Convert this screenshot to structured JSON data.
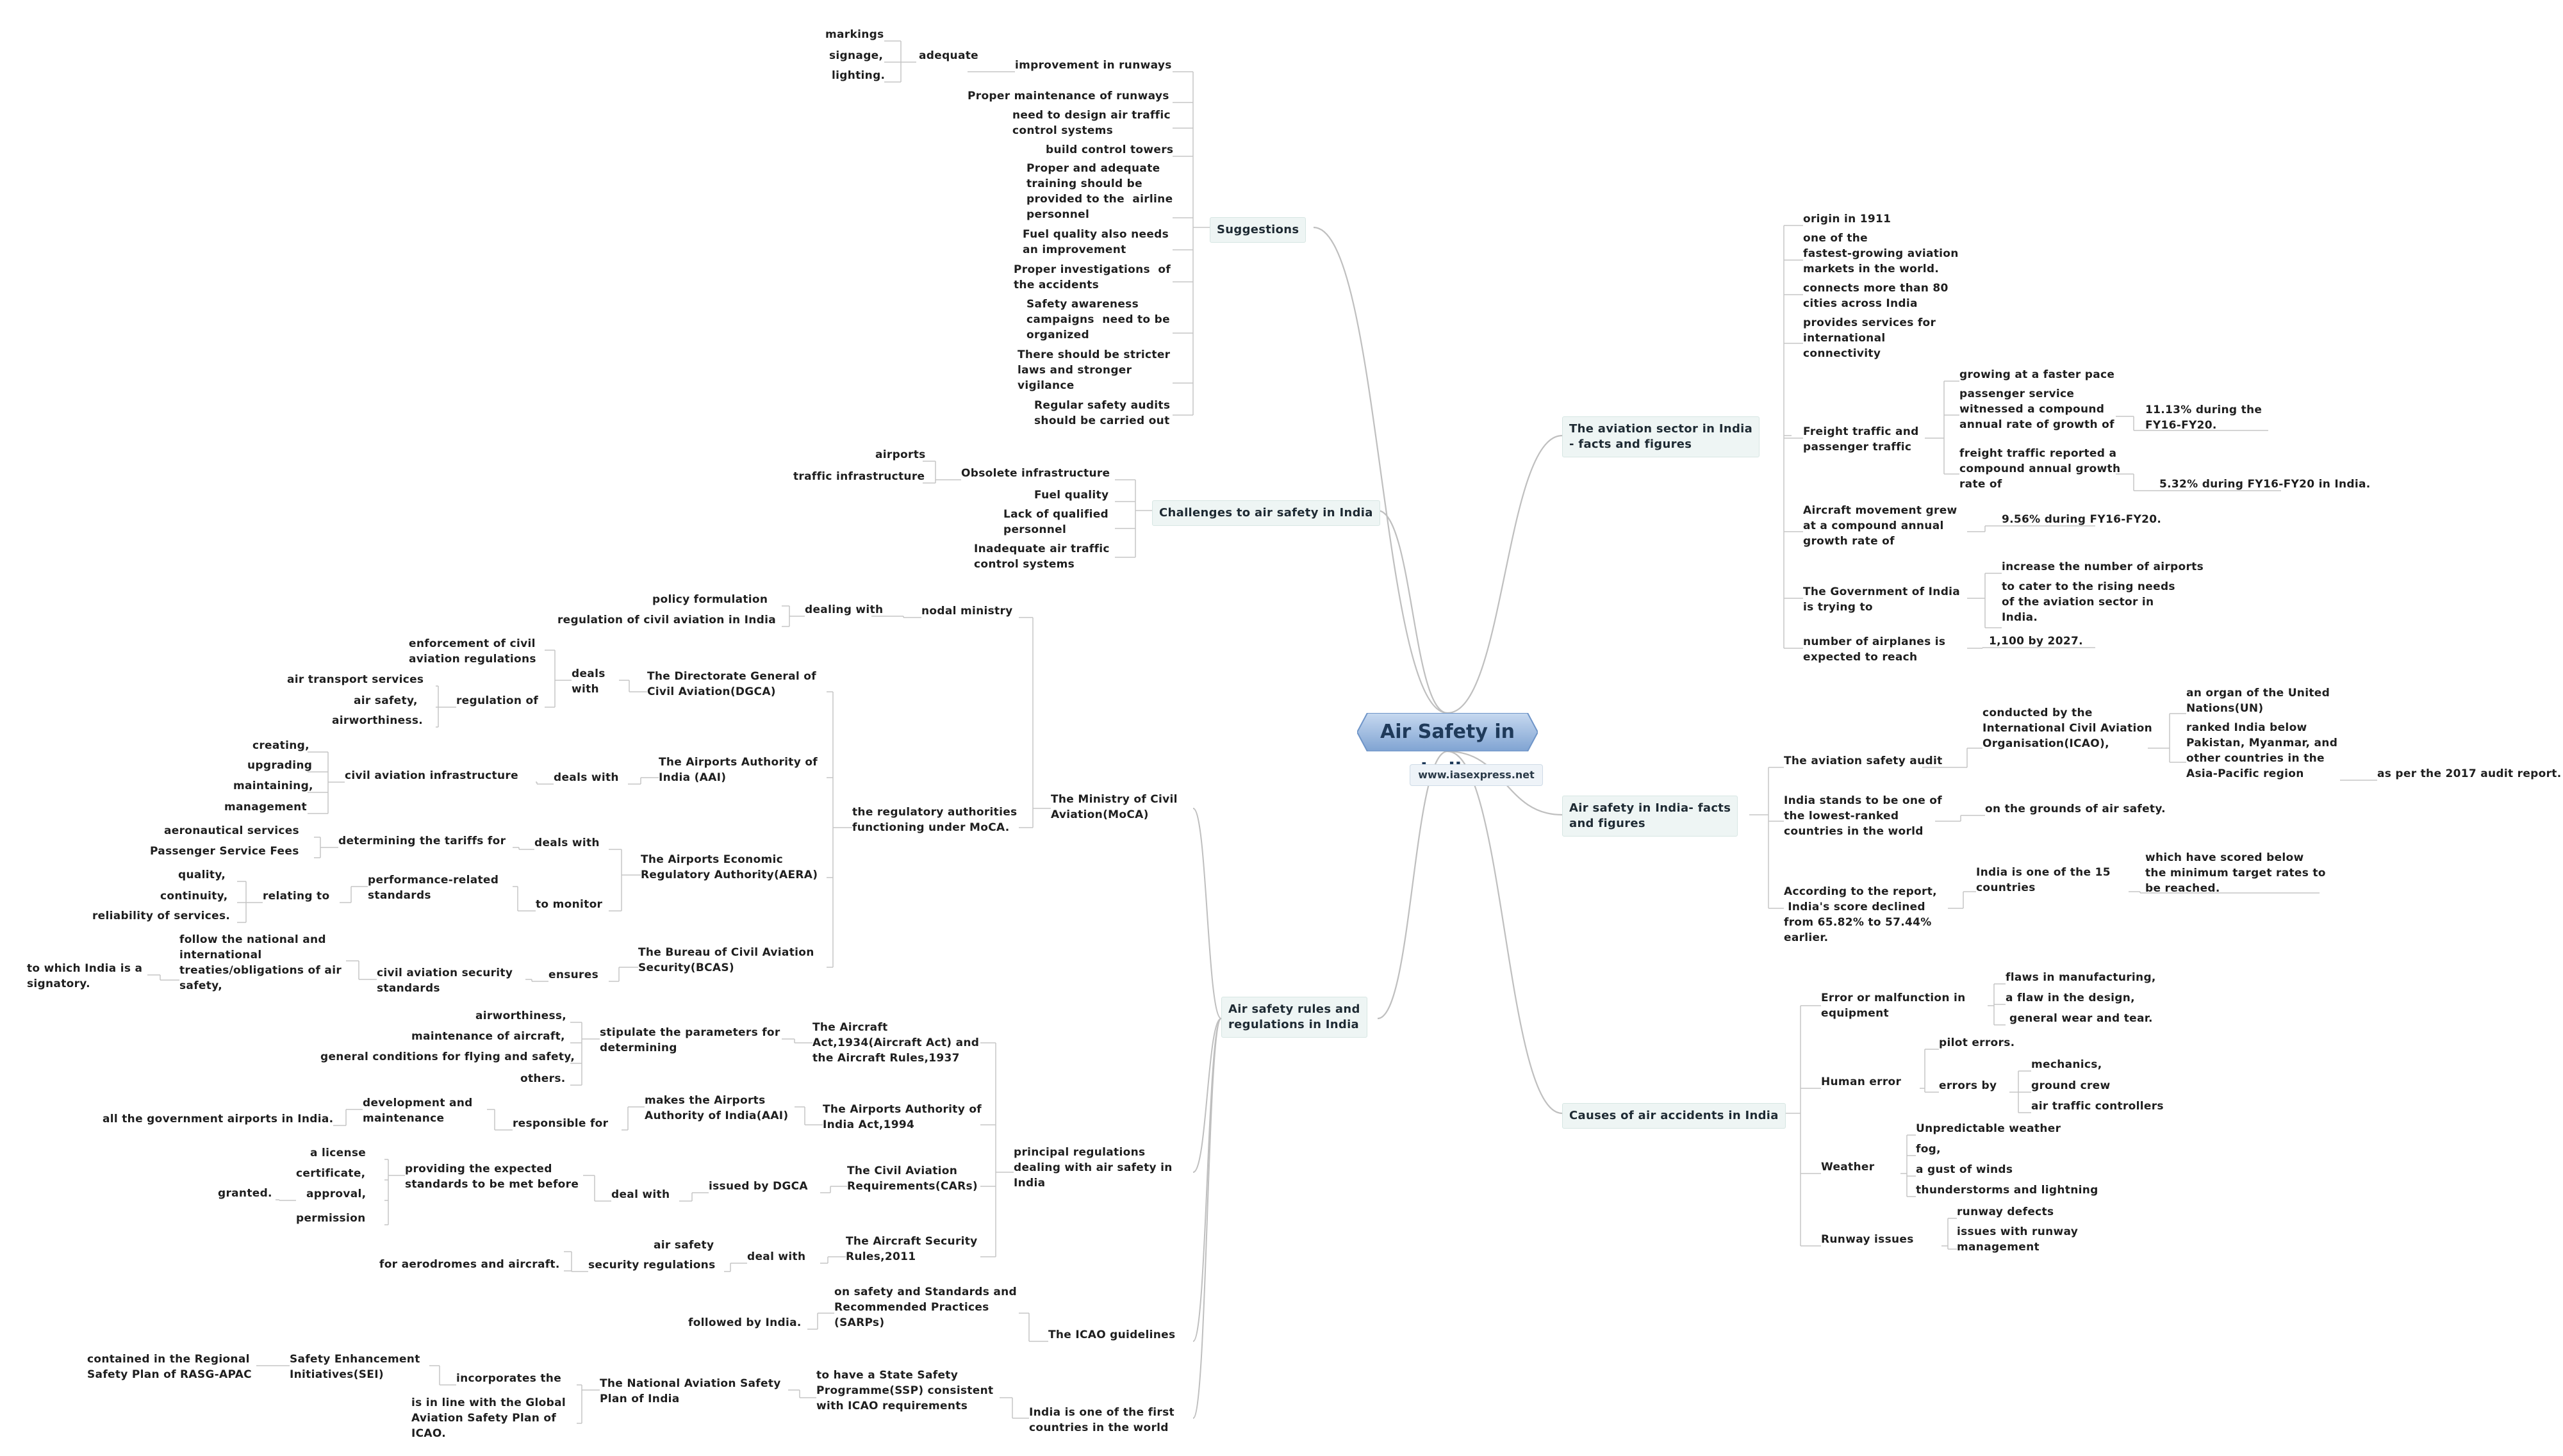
{
  "central": {
    "title": "Air Safety in India",
    "url": "www.iasexpress.net"
  },
  "branches": {
    "suggestions": {
      "label": "Suggestions",
      "items": {
        "runways": "improvement in runways",
        "adequate": "adequate",
        "markings": "markings",
        "signage": "signage,",
        "lighting": "lighting.",
        "maintenance": "Proper maintenance of runways",
        "atc": "need to design air traffic\ncontrol systems",
        "towers": "build control towers",
        "training": "Proper and adequate\ntraining should be\nprovided to the  airline\npersonnel",
        "fuel": "Fuel quality also needs\nan improvement",
        "investigations": "Proper investigations  of\nthe accidents",
        "awareness": "Safety awareness\ncampaigns  need to be\norganized",
        "laws": "There should be stricter\nlaws and stronger\nvigilance",
        "audits": "Regular safety audits\nshould be carried out"
      }
    },
    "challenges": {
      "label": "Challenges to air safety in India",
      "items": {
        "obsolete": "Obsolete infrastructure",
        "airports": "airports",
        "traffic": "traffic infrastructure",
        "fuel": "Fuel quality",
        "personnel": "Lack of qualified\npersonnel",
        "atc": "Inadequate air traffic\ncontrol systems"
      }
    },
    "rules": {
      "label": "Air safety rules and\nregulations in India",
      "moca": {
        "label": "The Ministry of Civil\nAviation(MoCA)",
        "nodal": "nodal ministry",
        "dealing": "dealing with",
        "policy": "policy formulation",
        "regulation": "regulation of civil aviation in India",
        "authorities": "the regulatory authorities\nfunctioning under MoCA.",
        "dgca": {
          "label": "The Directorate General of\nCivil Aviation(DGCA)",
          "deals": "deals\nwith",
          "enforcement": "enforcement of civil\naviation regulations",
          "regulation_of": "regulation of",
          "air_transport": "air transport services",
          "air_safety": "air safety,",
          "airworthiness": "airworthiness."
        },
        "aai": {
          "label": "The Airports Authority of\nIndia (AAI)",
          "deals": "deals with",
          "infra": "civil aviation infrastructure",
          "creating": "creating,",
          "upgrading": "upgrading",
          "maintaining": "maintaining,",
          "management": "management"
        },
        "aera": {
          "label": "The Airports Economic\nRegulatory Authority(AERA)",
          "deals": "deals with",
          "tariffs": "determining the tariffs for",
          "aero": "aeronautical services",
          "psf": "Passenger Service Fees",
          "monitor": "to monitor",
          "perf": "performance-related\nstandards",
          "relating": "relating to",
          "quality": "quality,",
          "continuity": "continuity,",
          "reliability": "reliability of services."
        },
        "bcas": {
          "label": "The Bureau of Civil Aviation\nSecurity(BCAS)",
          "ensures": "ensures",
          "security": "civil aviation security\nstandards",
          "follow": "follow the national and\ninternational\ntreaties/obligations of air\nsafety,",
          "signatory": "to which India is a\nsignatory."
        }
      },
      "principal": {
        "label": "principal regulations\ndealing with air safety in\nIndia",
        "act1934": {
          "label": "The Aircraft\nAct,1934(Aircraft Act) and\nthe Aircraft Rules,1937",
          "stipulate": "stipulate the parameters for\ndetermining",
          "airworthiness": "airworthiness,",
          "maintenance": "maintenance of aircraft,",
          "general": "general conditions for flying and safety,",
          "others": "others."
        },
        "aai1994": {
          "label": "The Airports Authority of\nIndia Act,1994",
          "makes": "makes the Airports\nAuthority of India(AAI)",
          "responsible": "responsible for",
          "development": "development and\nmaintenance",
          "all": "all the government airports in India."
        },
        "cars": {
          "label": "The Civil Aviation\nRequirements(CARs)",
          "issued": "issued by DGCA",
          "deal": "deal with",
          "providing": "providing the expected\nstandards to be met before",
          "license": "a license",
          "certificate": "certificate,",
          "approval": "approval,",
          "permission": "permission",
          "granted": "granted."
        },
        "security2011": {
          "label": "The Aircraft Security\nRules,2011",
          "deal": "deal with",
          "regs": "security regulations",
          "air_safety": "air safety",
          "aerodromes": "for aerodromes and aircraft."
        }
      },
      "icao": {
        "label": "The ICAO guidelines",
        "sarps": "on safety and Standards and\nRecommended Practices\n(SARPs)",
        "followed": "followed by India."
      },
      "first": {
        "label": "India is one of the first\ncountries in the world",
        "ssp": "to have a State Safety\nProgramme(SSP) consistent\nwith ICAO requirements",
        "nasp": "The National Aviation Safety\nPlan of India",
        "incorporates": "incorporates the",
        "sei": "Safety Enhancement\nInitiatives(SEI)",
        "rasg": "contained in the Regional\nSafety Plan of RASG-APAC",
        "gasp": "is in line with the Global\nAviation Safety Plan of\nICAO."
      }
    },
    "sector": {
      "label": "The aviation sector in India\n- facts and figures",
      "origin": "origin in 1911",
      "fastest": "one of the\nfastest-growing aviation\nmarkets in the world.",
      "connects": "connects more than 80\ncities across India",
      "intl": "provides services for\ninternational\nconnectivity",
      "freight": "Freight traffic and\npassenger traffic",
      "faster": "growing at a faster pace",
      "passenger": "passenger service\nwitnessed a compound\nannual rate of growth of",
      "p_rate": "11.13% during the\nFY16-FY20.",
      "freight_rep": "freight traffic reported a\ncompound annual growth\nrate of",
      "f_rate": "5.32% during FY16-FY20 in India.",
      "movement": "Aircraft movement grew\nat a compound annual\ngrowth rate of",
      "m_rate": "9.56% during FY16-FY20.",
      "govt": "The Government of India\nis trying to",
      "increase": "increase the number of airports",
      "cater": "to cater to the rising needs\nof the aviation sector in\nIndia.",
      "planes": "number of airplanes is\nexpected to reach",
      "planes_n": "1,100 by 2027."
    },
    "facts": {
      "label": "Air safety in India- facts\nand figures",
      "audit": "The aviation safety audit",
      "conducted": "conducted by the\nInternational Civil Aviation\nOrganisation(ICAO),",
      "organ": "an organ of the United\nNations(UN)",
      "ranked": "ranked India below\nPakistan, Myanmar, and\nother countries in the\nAsia-Pacific region",
      "per_audit": "as per the 2017 audit report.",
      "lowest": "India stands to be one of\nthe lowest-ranked\ncountries in the world",
      "grounds": "on the grounds of air safety.",
      "report": "According to the report,\n India's score declined\nfrom 65.82% to 57.44%\nearlier.",
      "fifteen": "India is one of the 15\ncountries",
      "below_target": "which have scored below\nthe minimum target rates to\nbe reached."
    },
    "causes": {
      "label": "Causes of air accidents in India",
      "equipment": "Error or malfunction in\nequipment",
      "manufacturing": "flaws in manufacturing,",
      "design": "a flaw in the design,",
      "wear": "general wear and tear.",
      "human": "Human error",
      "pilot": "pilot errors.",
      "errors_by": "errors by",
      "mechanics": "mechanics,",
      "ground": "ground crew",
      "atc": "air traffic controllers",
      "weather": "Weather",
      "unpredictable": "Unpredictable weather",
      "fog": "fog,",
      "gust": "a gust of winds",
      "thunder": "thunderstorms and lightning",
      "runway": "Runway issues",
      "defects": "runway defects",
      "issues": "issues with runway\nmanagement"
    }
  }
}
